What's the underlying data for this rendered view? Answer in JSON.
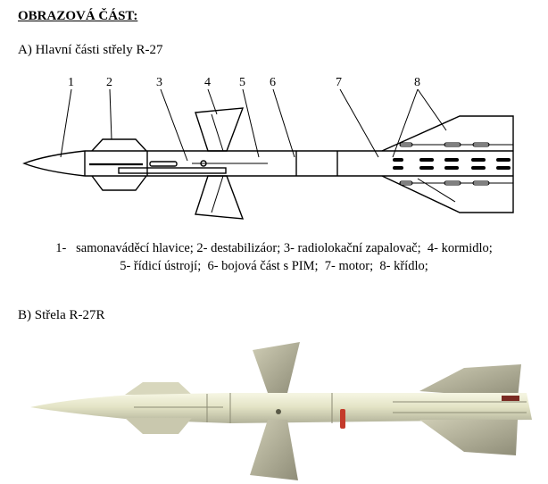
{
  "heading": "OBRAZOVÁ ČÁST:",
  "section_a": {
    "title": "A) Hlavní části střely R-27"
  },
  "callouts": [
    "1",
    "2",
    "3",
    "4",
    "5",
    "6",
    "7",
    "8"
  ],
  "legend": {
    "line1": "1-   samonaváděcí hlavice; 2- destabilizáor; 3- radiolokační zapalovač;  4- kormidlo;",
    "line2": "5- řídicí ústrojí;  6- bojová část s PIM;  7- motor;  8- křídlo;"
  },
  "section_b": {
    "title": "B) Střela R-27R"
  },
  "colors": {
    "missile_body": "#e6e6c8",
    "fin": "#b8b69e",
    "accent": "#c43a2a"
  }
}
